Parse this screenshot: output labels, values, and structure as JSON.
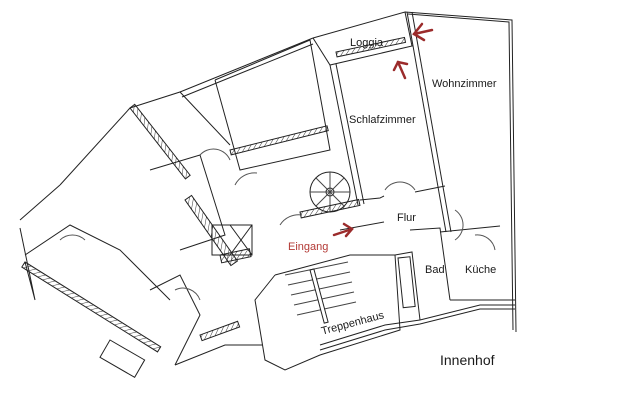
{
  "plan": {
    "rooms": [
      {
        "id": "loggia",
        "label": "Loggia"
      },
      {
        "id": "wohnzimmer",
        "label": "Wohnzimmer"
      },
      {
        "id": "schlafzimmer",
        "label": "Schlafzimmer"
      },
      {
        "id": "flur",
        "label": "Flur"
      },
      {
        "id": "bad",
        "label": "Bad"
      },
      {
        "id": "kueche",
        "label": "Küche"
      },
      {
        "id": "treppenhaus",
        "label": "Treppenhaus"
      }
    ],
    "entrance_label": "Eingang",
    "courtyard_label": "Innenhof",
    "colors": {
      "lines": "#1a1a1a",
      "hatch": "#333333",
      "arrows": "#9b2b2b",
      "entrance_text": "#b33a36",
      "background": "#ffffff"
    }
  }
}
